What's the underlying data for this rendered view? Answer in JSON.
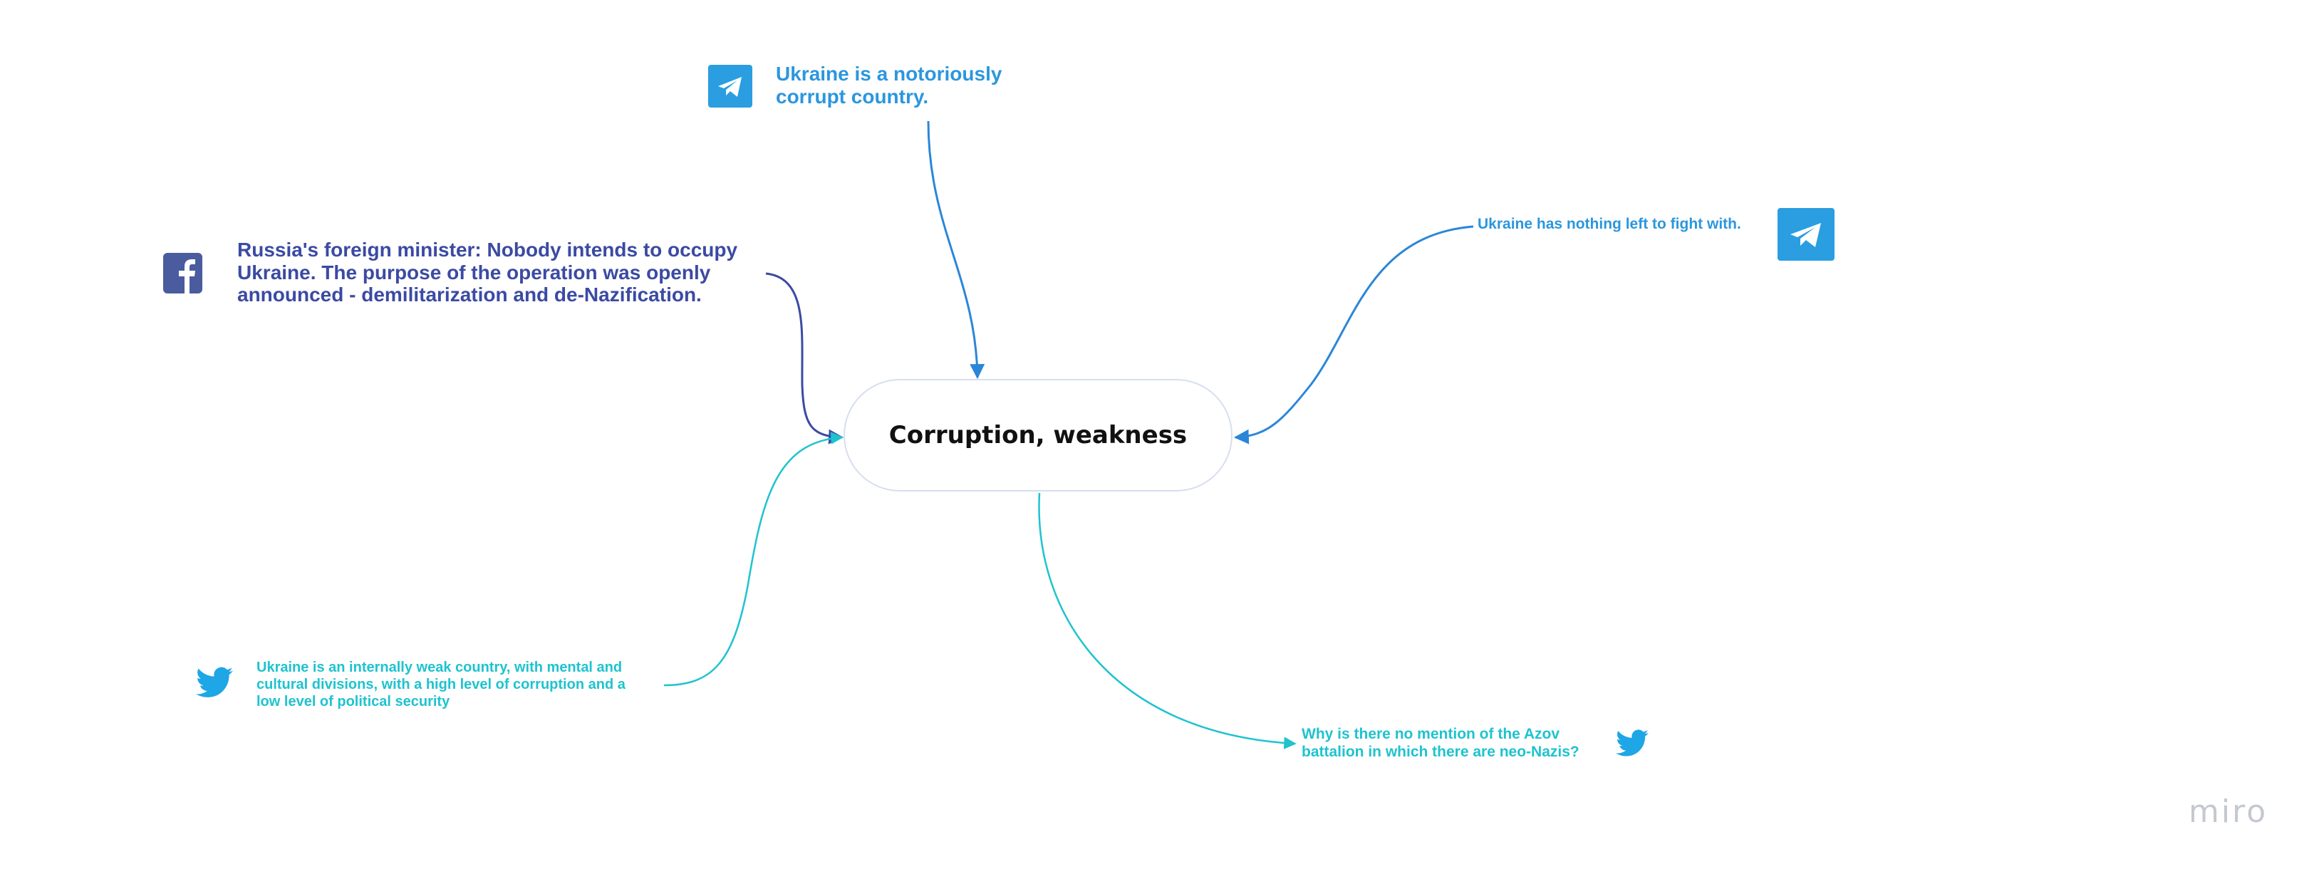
{
  "central": {
    "label": "Corruption, weakness"
  },
  "nodes": {
    "telegram_top": {
      "icon": "telegram-icon",
      "lines": [
        "Ukraine is a notoriously",
        "corrupt country."
      ],
      "color": "#2b96de"
    },
    "facebook": {
      "icon": "facebook-icon",
      "lines": [
        "Russia's foreign minister: Nobody intends to occupy",
        "Ukraine. The purpose of the operation was openly",
        "announced - demilitarization and de-Nazification."
      ],
      "color": "#3b4aa3"
    },
    "telegram_right": {
      "icon": "telegram-icon",
      "lines": [
        "Ukraine has nothing left to fight with."
      ],
      "color": "#2b96de"
    },
    "twitter_left": {
      "icon": "twitter-icon",
      "lines": [
        "Ukraine is an internally weak country, with mental and",
        "cultural divisions, with a high level of corruption and a",
        "low level of political security"
      ],
      "color": "#1ec3cf"
    },
    "twitter_bottom": {
      "icon": "twitter-icon",
      "lines": [
        "Why is there no mention of the Azov",
        "battalion in which there are neo-Nazis?"
      ],
      "color": "#1ec3cf"
    }
  },
  "brand": {
    "label": "miro"
  },
  "colors": {
    "telegram": "#2a9ee0",
    "facebook": "#4a5c9e",
    "twitter": "#1ea6e6",
    "node_border": "#d7def0"
  }
}
